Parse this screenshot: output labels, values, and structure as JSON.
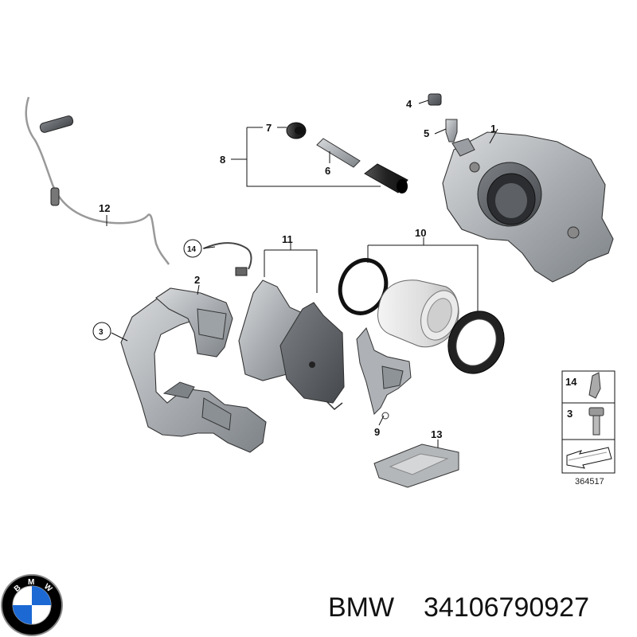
{
  "diagram": {
    "callouts": [
      {
        "id": "1",
        "label": "1"
      },
      {
        "id": "2",
        "label": "2"
      },
      {
        "id": "3",
        "label": "3"
      },
      {
        "id": "4",
        "label": "4"
      },
      {
        "id": "5",
        "label": "5"
      },
      {
        "id": "6",
        "label": "6"
      },
      {
        "id": "7",
        "label": "7"
      },
      {
        "id": "8",
        "label": "8"
      },
      {
        "id": "9",
        "label": "9"
      },
      {
        "id": "10",
        "label": "10"
      },
      {
        "id": "11",
        "label": "11"
      },
      {
        "id": "12",
        "label": "12"
      },
      {
        "id": "13",
        "label": "13"
      },
      {
        "id": "14",
        "label": "14"
      }
    ],
    "legend_box": {
      "rows": [
        "14",
        "3"
      ]
    },
    "reference_number": "364517"
  },
  "brand": {
    "logo_letters": [
      "B",
      "M",
      "W"
    ],
    "name": "BMW",
    "part_number": "34106790927",
    "colors": {
      "blue": "#1c69d4",
      "dark": "#000000",
      "silver": "#b8bcc0"
    }
  }
}
